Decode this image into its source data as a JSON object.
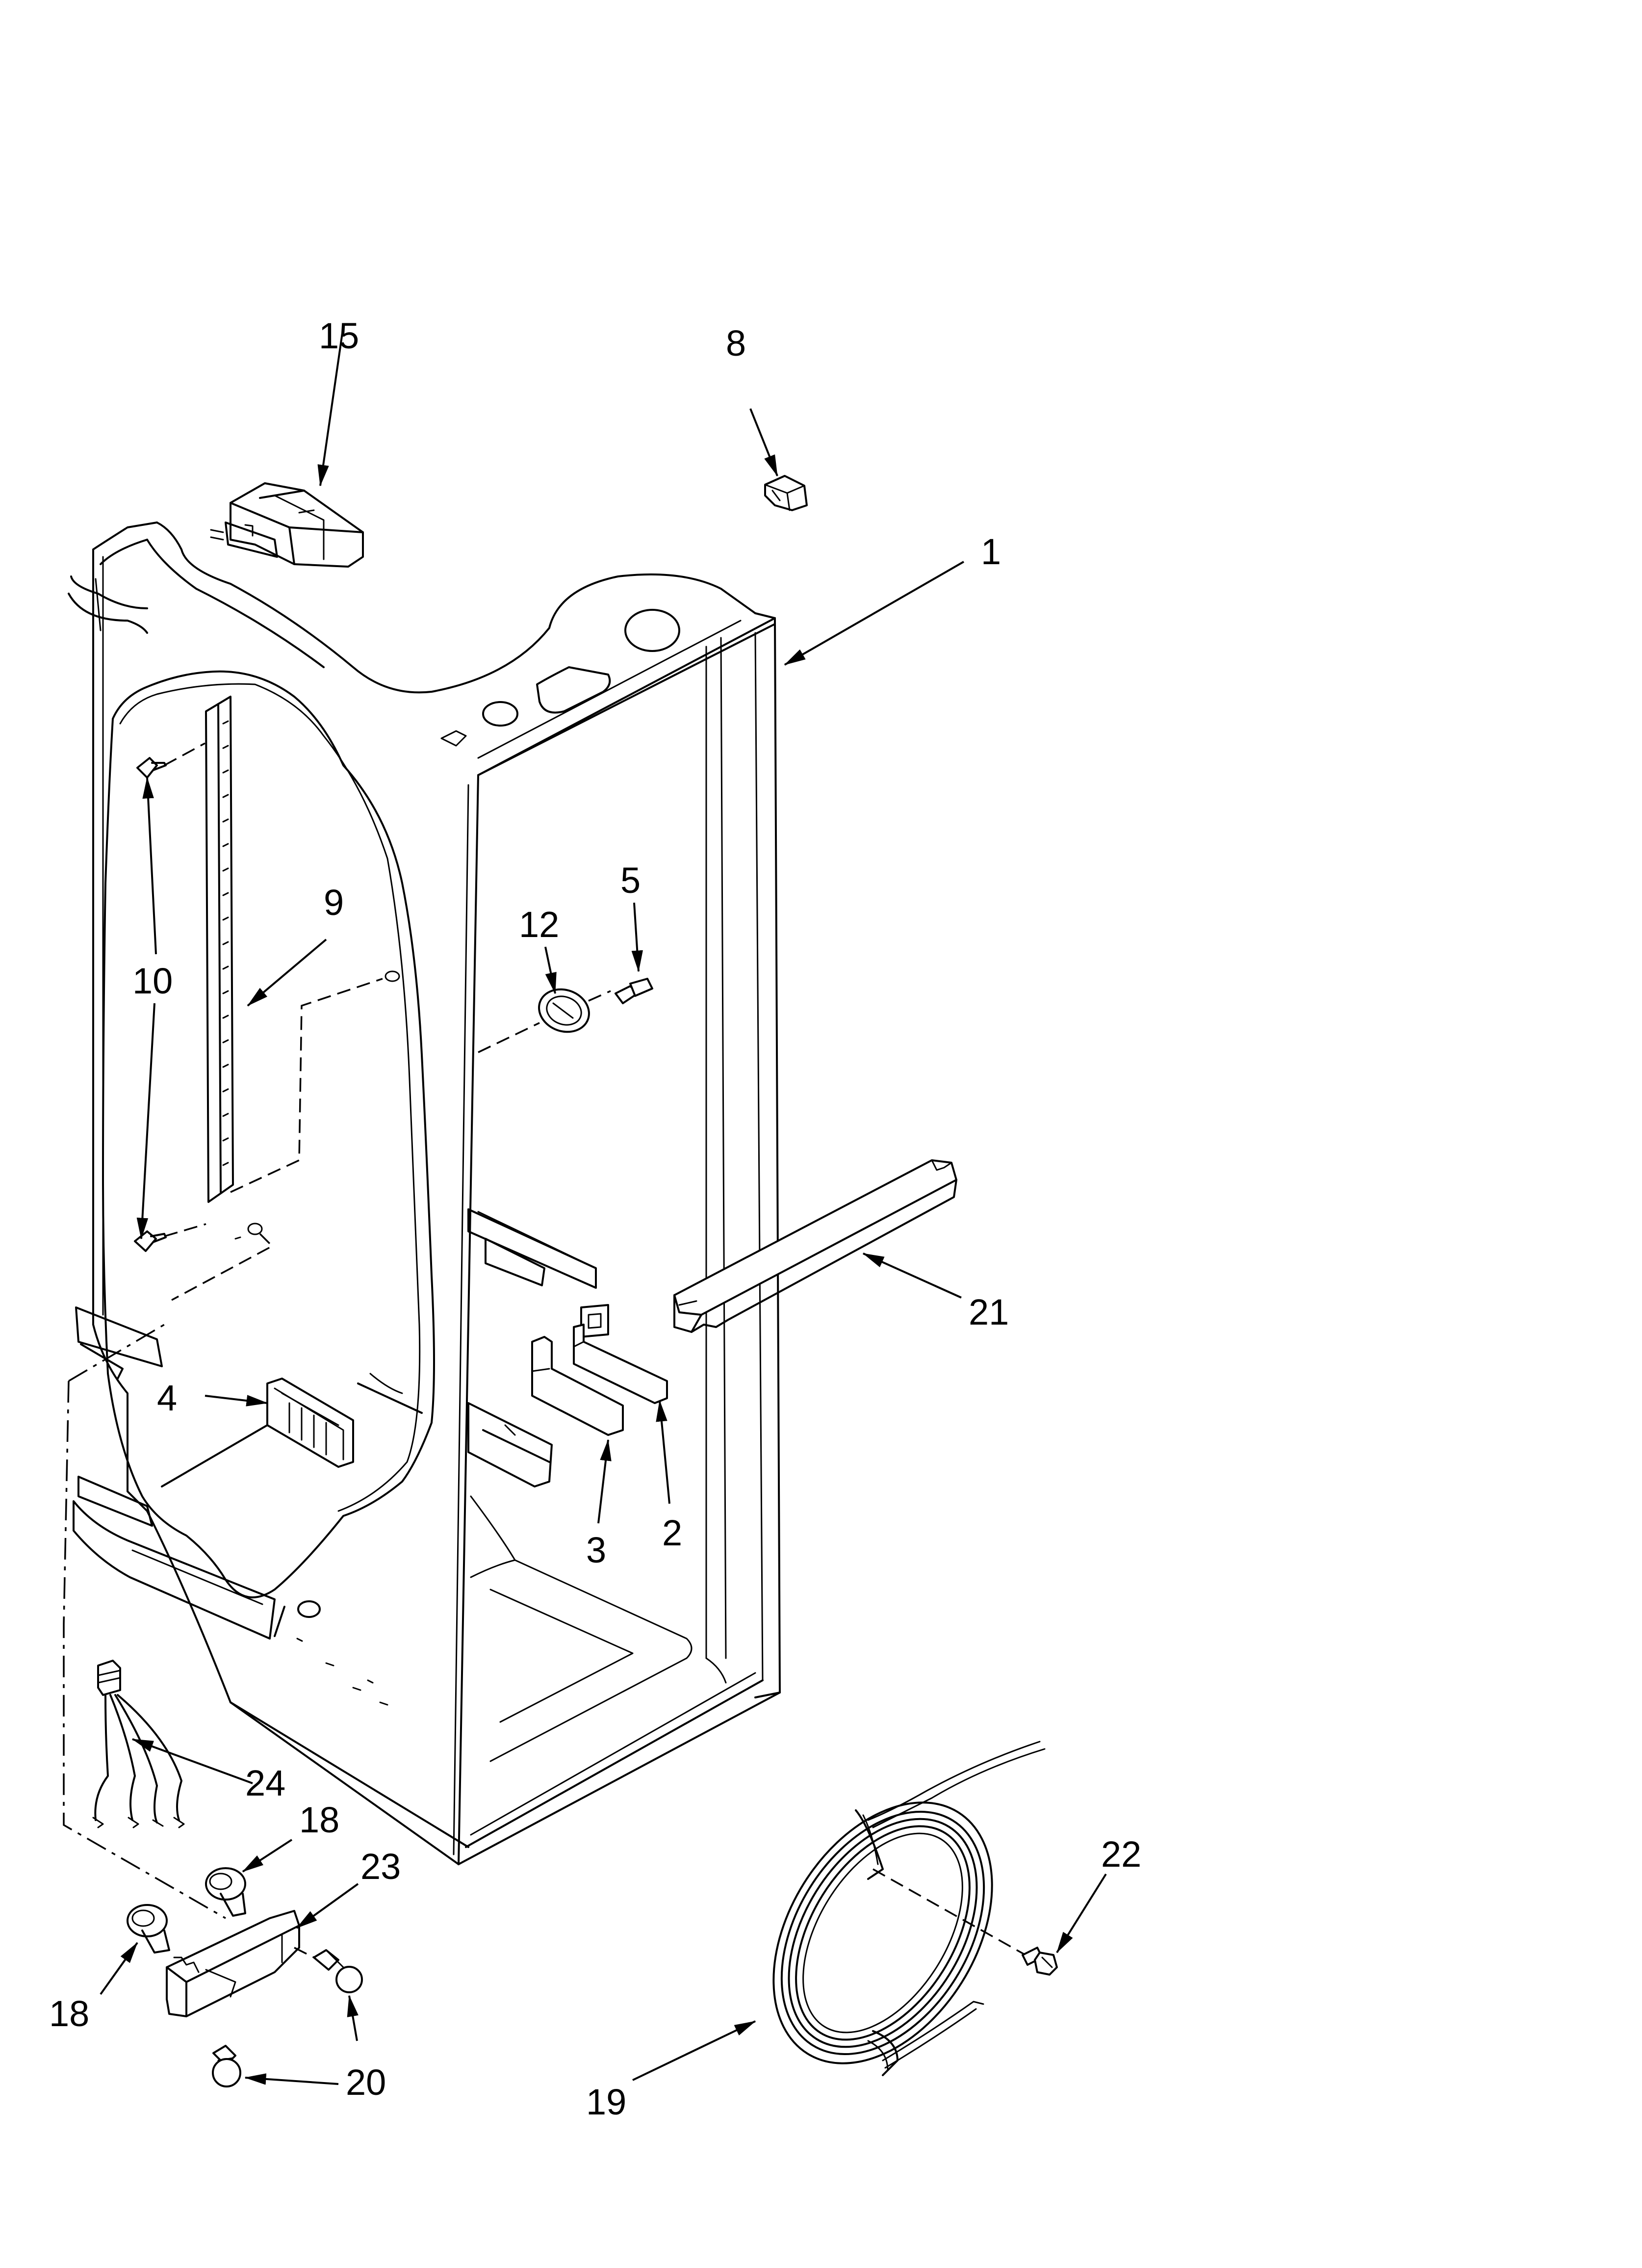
{
  "callouts": {
    "c1": "1",
    "c2": "2",
    "c3": "3",
    "c4": "4",
    "c5": "5",
    "c8": "8",
    "c9": "9",
    "c10": "10",
    "c12": "12",
    "c15": "15",
    "c18a": "18",
    "c18b": "18",
    "c19": "19",
    "c20": "20",
    "c21": "21",
    "c22": "22",
    "c23": "23",
    "c24": "24"
  }
}
